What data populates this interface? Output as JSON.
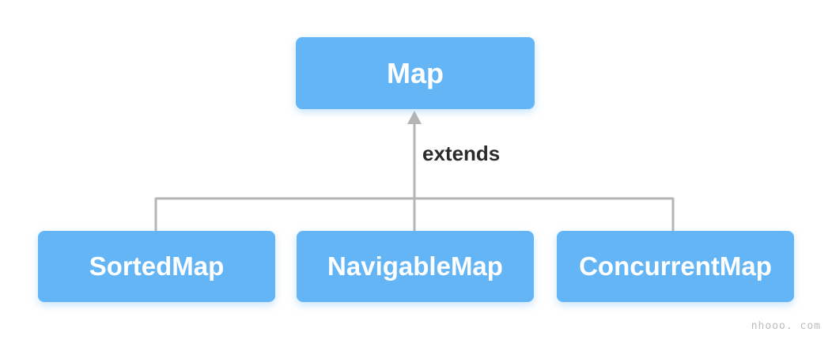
{
  "diagram": {
    "root_node": {
      "label": "Map"
    },
    "edge_label": "extends",
    "child_nodes": [
      {
        "label": "SortedMap"
      },
      {
        "label": "NavigableMap"
      },
      {
        "label": "ConcurrentMap"
      }
    ],
    "colors": {
      "node_fill": "#64b5f6",
      "node_text": "#ffffff",
      "connector": "#b5b5b5",
      "edge_label_color": "#2b2b2b"
    },
    "watermark": "nhooo. com"
  }
}
